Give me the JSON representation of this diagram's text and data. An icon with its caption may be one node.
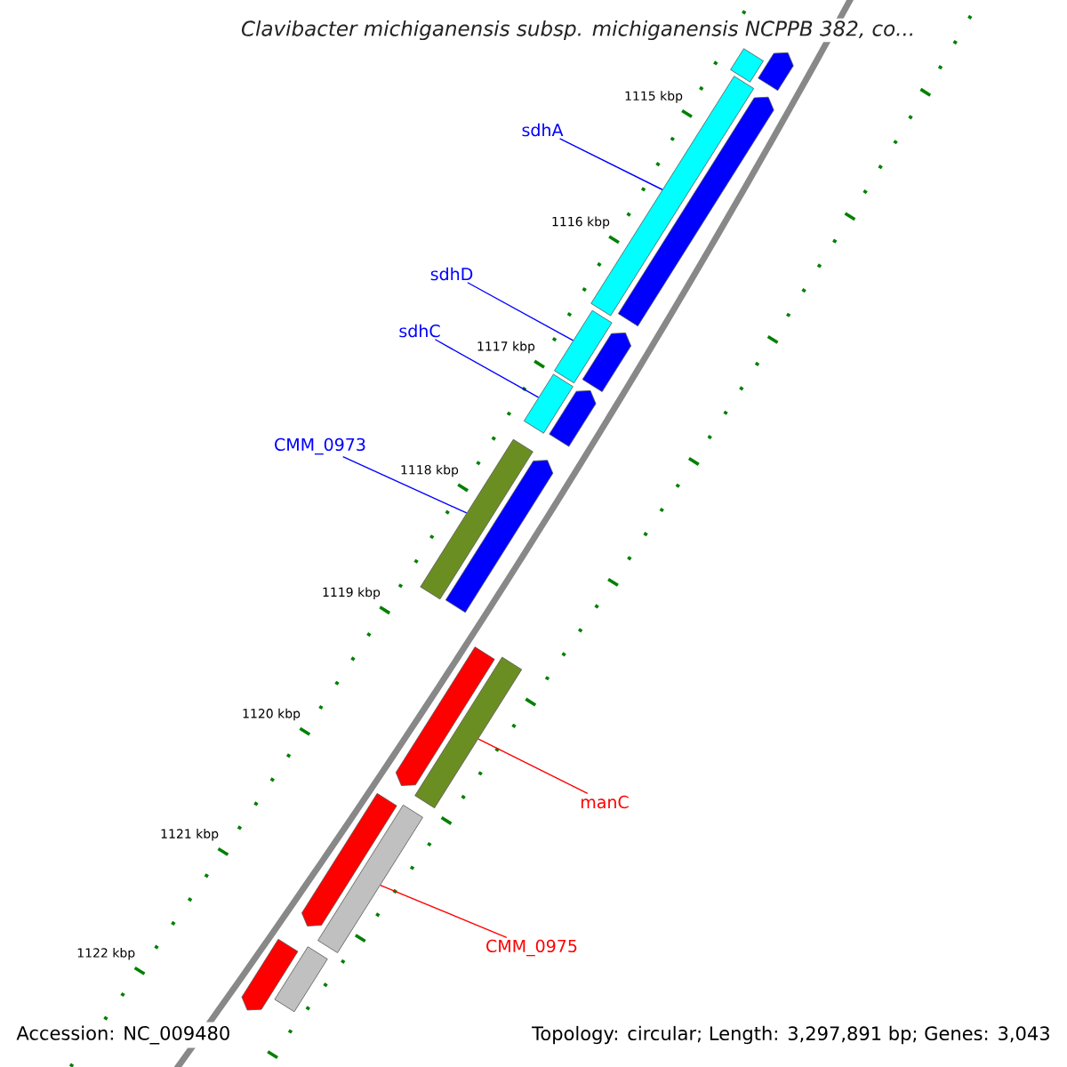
{
  "diagram": {
    "title": "Clavibacter michiganensis subsp. michiganensis NCPPB 382, co...",
    "nodes": [
      {
        "text": [
          "sdhA"
        ]
      },
      {
        "text": [
          "sdhD"
        ]
      },
      {
        "text": [
          "sdhC"
        ]
      },
      {
        "text": [
          "CMM_0973"
        ]
      },
      {
        "text": [
          "manC"
        ]
      },
      {
        "text": [
          "CMM_0975"
        ]
      },
      {
        "text": [],
        "shape": "bar"
      },
      {
        "text": [],
        "shape": "bar"
      },
      {
        "text": [],
        "shape": "bar"
      },
      {
        "text": [],
        "shape": "bar"
      },
      {
        "text": [],
        "shape": "bar"
      },
      {
        "text": [],
        "shape": "arrow"
      },
      {
        "text": [],
        "shape": "arrow"
      },
      {
        "text": [],
        "shape": "arrow"
      },
      {
        "text": [],
        "shape": "arrow"
      },
      {
        "text": [],
        "shape": "arrow"
      },
      {
        "text": [],
        "shape": "arrow"
      },
      {
        "text": [],
        "shape": "arrow"
      },
      {
        "text": [],
        "shape": "arrow"
      },
      {
        "text": [],
        "shape": "bar"
      },
      {
        "text": [],
        "shape": "bar"
      },
      {
        "text": [],
        "shape": "bar"
      }
    ],
    "edges": [
      {
        "from": 0,
        "to": 7,
        "arrow": "none"
      },
      {
        "from": 1,
        "to": 8,
        "arrow": "none"
      },
      {
        "from": 2,
        "to": 9,
        "arrow": "none"
      },
      {
        "from": 3,
        "to": 10,
        "arrow": "none"
      },
      {
        "from": 4,
        "to": 19,
        "arrow": "none",
        "color": "#ff0000"
      },
      {
        "from": 5,
        "to": 20,
        "arrow": "none",
        "color": "#ff0000"
      }
    ],
    "labels": [
      "1115 kbp",
      "1116 kbp",
      "1117 kbp",
      "1118 kbp",
      "1119 kbp",
      "1120 kbp",
      "1121 kbp",
      "1122 kbp",
      "Accession: NC_009480",
      "Topology: circular; Length: 3,297,891 bp; Genes: 3,043"
    ]
  }
}
